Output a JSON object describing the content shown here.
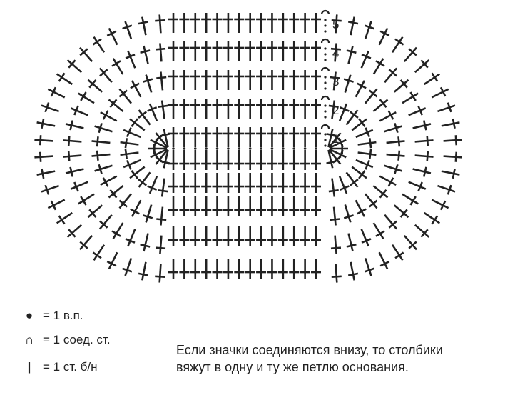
{
  "title": "Oval crochet chart",
  "row_labels": [
    "5",
    "4",
    "3",
    "2",
    "1"
  ],
  "legend": [
    {
      "symbol": "chain-dot-icon",
      "text": "= 1 в.п."
    },
    {
      "symbol": "slip-stitch-arc-icon",
      "text": "= 1 соед. ст."
    },
    {
      "symbol": "single-crochet-icon",
      "text": "= 1 ст. б/н"
    }
  ],
  "note": {
    "line1": "Если значки соединяются внизу, то столбики",
    "line2": "вяжут в одну и ту же петлю основания."
  },
  "colors": {
    "ink": "#222222"
  }
}
